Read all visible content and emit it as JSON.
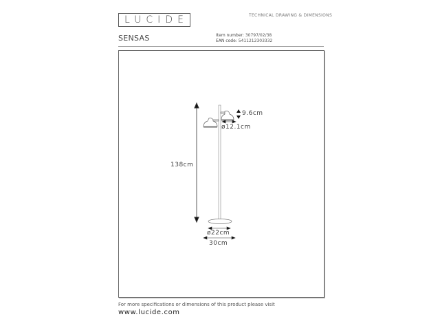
{
  "header": {
    "brand": "LUCIDE",
    "section_title": "TECHNICAL DRAWING & DIMENSIONS",
    "product_name": "SENSAS",
    "item_number_label": "Item number:",
    "item_number": "30797/02/38",
    "ean_label": "EAN code:",
    "ean": "5411212303332"
  },
  "drawing": {
    "subject": "floor-lamp-two-spots",
    "dimensions": {
      "height": "138cm",
      "shade_height": "9.6cm",
      "shade_diameter": "ø12.1cm",
      "base_diameter": "ø22cm",
      "total_width": "30cm"
    }
  },
  "footer": {
    "note": "For more specifications or dimensions of this product please visit",
    "url": "www.lucide.com"
  }
}
